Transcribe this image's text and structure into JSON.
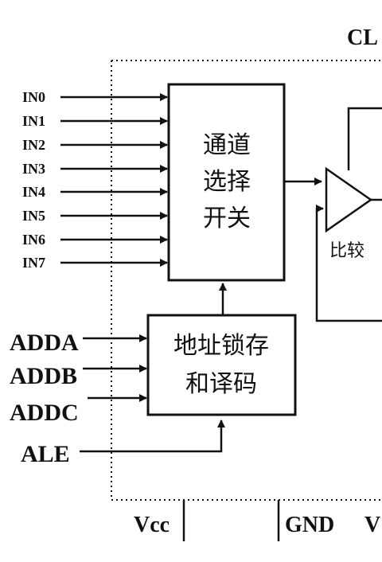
{
  "chip": {
    "title": "CL"
  },
  "inputs": {
    "analog": [
      "IN0",
      "IN1",
      "IN2",
      "IN3",
      "IN4",
      "IN5",
      "IN6",
      "IN7"
    ],
    "address": [
      "ADDA",
      "ADDB",
      "ADDC"
    ],
    "latch": "ALE"
  },
  "blocks": {
    "mux": {
      "lines": [
        "通道",
        "选择",
        "开关"
      ]
    },
    "latch_decoder": {
      "lines": [
        "地址锁存",
        "和译码"
      ]
    },
    "comparator": {
      "label": "比较"
    }
  },
  "pins": {
    "vcc": "Vcc",
    "gnd": "GND",
    "vref": "V"
  }
}
